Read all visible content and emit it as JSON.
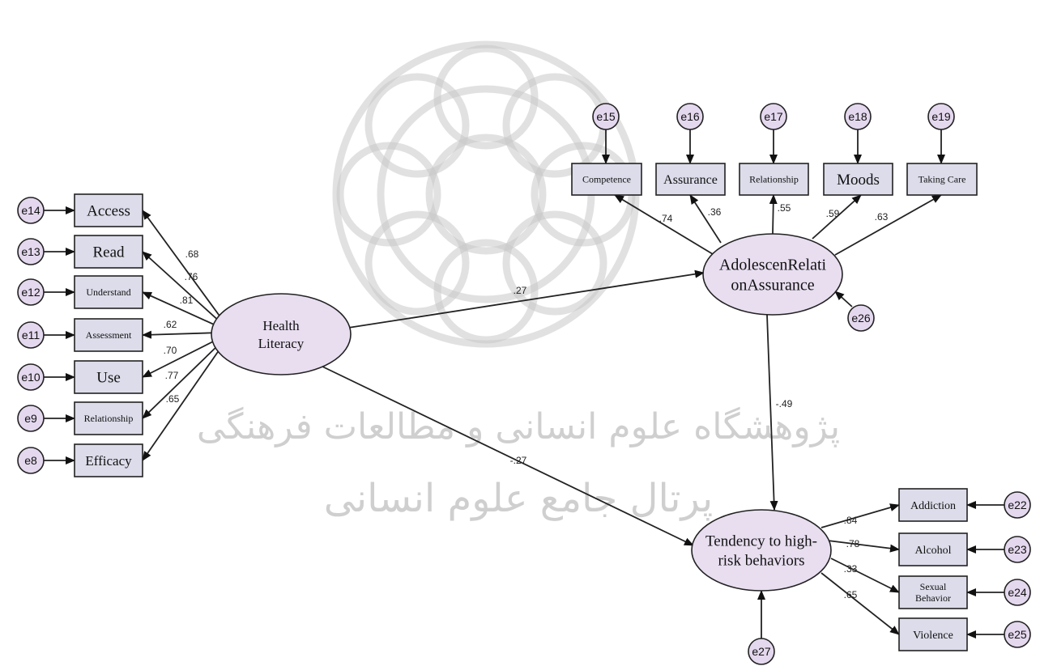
{
  "latents": {
    "health_literacy": [
      "Health",
      "Literacy"
    ],
    "assurance": [
      "AdolescenRelati",
      "onAssurance"
    ],
    "tendency": [
      "Tendency to high-",
      "risk behaviors"
    ]
  },
  "left_indicators": [
    {
      "label": "Access",
      "error": "e14",
      "coef": ".68"
    },
    {
      "label": "Read",
      "error": "e13",
      "coef": ".76"
    },
    {
      "label": "Understand",
      "error": "e12",
      "coef": ".81"
    },
    {
      "label": "Assessment",
      "error": "e11",
      "coef": ".62"
    },
    {
      "label": "Use",
      "error": "e10",
      "coef": ".70"
    },
    {
      "label": "Relationship",
      "error": "e9",
      "coef": ".77"
    },
    {
      "label": "Efficacy",
      "error": "e8",
      "coef": ".65"
    }
  ],
  "top_indicators": [
    {
      "label": "Competence",
      "error": "e15",
      "coef": ".74"
    },
    {
      "label": "Assurance",
      "error": "e16",
      "coef": ".36"
    },
    {
      "label": "Relationship",
      "error": "e17",
      "coef": ".55"
    },
    {
      "label": "Moods",
      "error": "e18",
      "coef": ".59"
    },
    {
      "label": "Taking Care",
      "error": "e19",
      "coef": ".63"
    }
  ],
  "right_indicators": [
    {
      "label": [
        "Addiction"
      ],
      "error": "e22",
      "coef": ".84"
    },
    {
      "label": [
        "Alcohol"
      ],
      "error": "e23",
      "coef": ".78"
    },
    {
      "label": [
        "Sexual",
        "Behavior"
      ],
      "error": "e24",
      "coef": ".33"
    },
    {
      "label": [
        "Violence"
      ],
      "error": "e25",
      "coef": ".65"
    }
  ],
  "structural_paths": [
    {
      "from": "Health Literacy",
      "to": "AdolescenRelationAssurance",
      "coef": ".27"
    },
    {
      "from": "Health Literacy",
      "to": "Tendency to high-risk behaviors",
      "coef": "-.27"
    },
    {
      "from": "AdolescenRelationAssurance",
      "to": "Tendency to high-risk behaviors",
      "coef": "-.49"
    }
  ],
  "latent_errors": {
    "assurance": "e26",
    "tendency": "e27"
  },
  "watermark": {
    "line1": "پژوهشگاه علوم انسانی و مطالعات فرهنگی",
    "line2": "پرتال جامع علوم انسانی"
  }
}
